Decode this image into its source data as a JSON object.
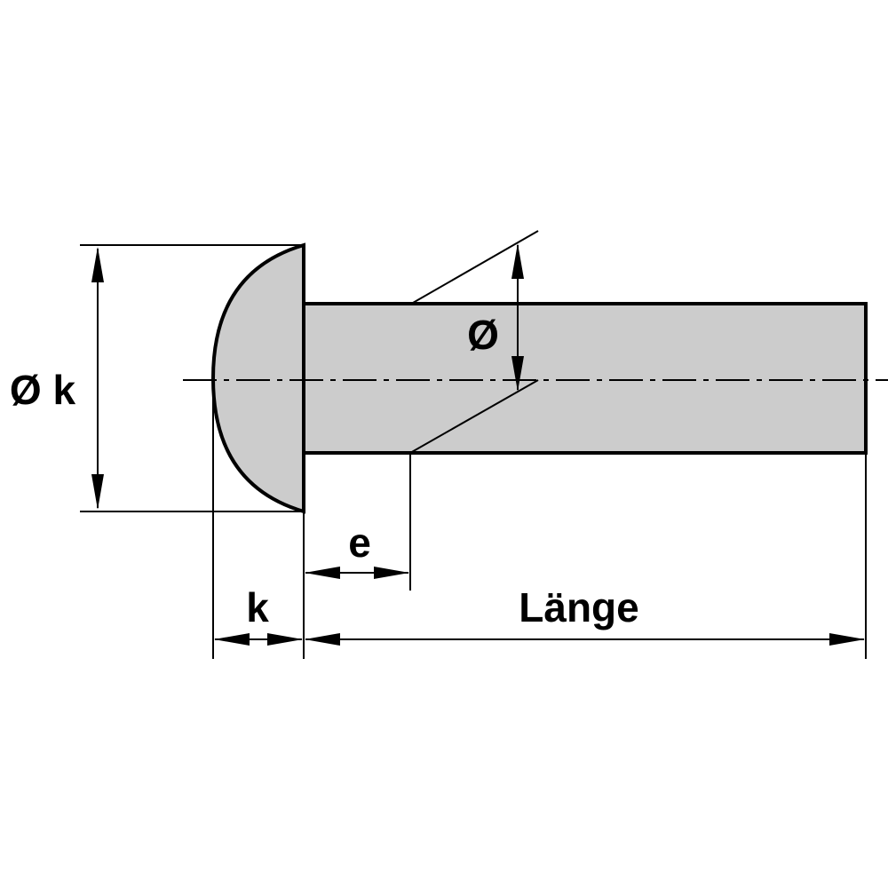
{
  "labels": {
    "head_diameter": "Ø k",
    "shank_diameter": "Ø",
    "head_height": "k",
    "offset": "e",
    "length": "Länge"
  },
  "colors": {
    "part_fill": "#cccccc",
    "line": "#000000",
    "background": "#ffffff"
  }
}
